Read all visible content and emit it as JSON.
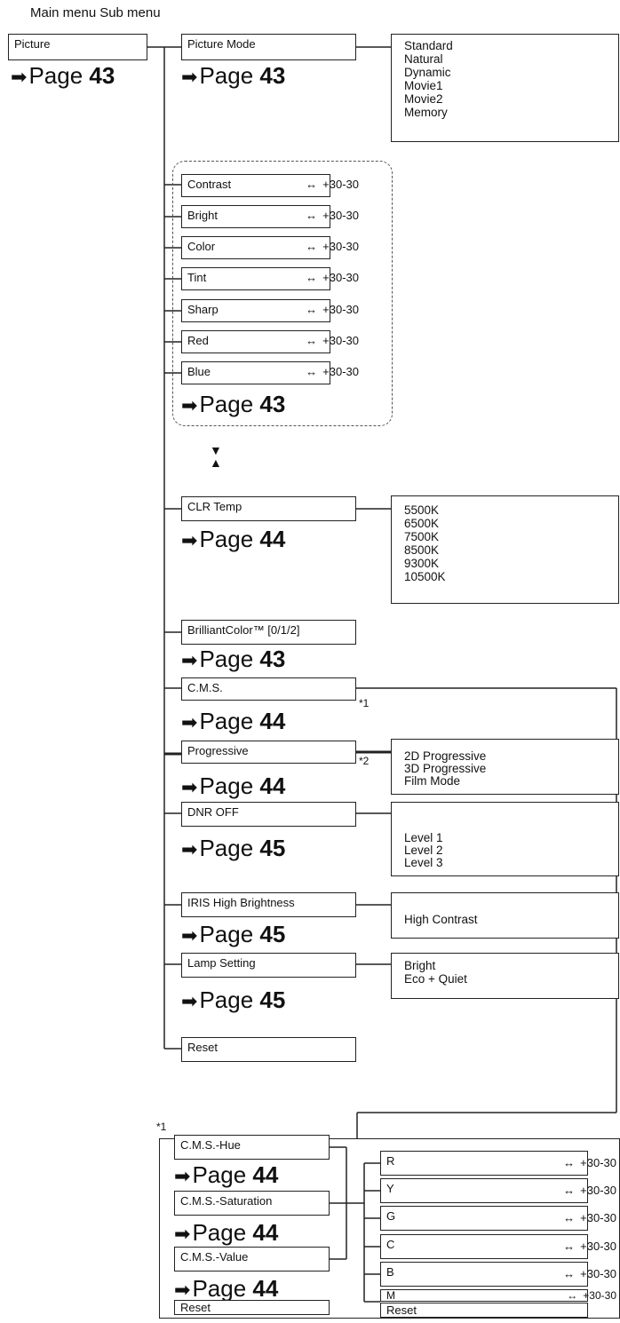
{
  "header": {
    "main": "Main menu",
    "sub": "Sub menu"
  },
  "main_menu": {
    "label": "Picture",
    "page": "43"
  },
  "page_prefix": "Page",
  "arrow": "➡",
  "range_symbol": "↔",
  "picture_mode": {
    "label": "Picture Mode",
    "page": "43",
    "options": [
      "Standard",
      "Natural",
      "Dynamic",
      "Movie1",
      "Movie2",
      "Memory"
    ]
  },
  "adjust_group": {
    "items": [
      {
        "label": "Contrast",
        "max": "+30",
        "min": "-30"
      },
      {
        "label": "Bright",
        "max": "+30",
        "min": "-30"
      },
      {
        "label": "Color",
        "max": "+30",
        "min": "-30"
      },
      {
        "label": "Tint",
        "max": "+30",
        "min": "-30"
      },
      {
        "label": "Sharp",
        "max": "+30",
        "min": "-30"
      },
      {
        "label": "Red",
        "max": "+30",
        "min": "-30"
      },
      {
        "label": "Blue",
        "max": "+30",
        "min": "-30"
      }
    ],
    "page": "43"
  },
  "clr_temp": {
    "label": "CLR Temp",
    "page": "44",
    "options": [
      "5500K",
      "6500K",
      "7500K",
      "8500K",
      "9300K",
      "10500K"
    ]
  },
  "brilliant": {
    "label": "BrilliantColor™ [0/1/2]",
    "page": "43"
  },
  "cms": {
    "label": "C.M.S.",
    "page": "44",
    "footnote": "*1"
  },
  "progressive": {
    "label": "Progressive",
    "page": "44",
    "footnote": "*2",
    "options": [
      "2D Progressive",
      "3D Progressive",
      "Film Mode"
    ]
  },
  "dnr": {
    "label": "DNR OFF",
    "page": "45",
    "options": [
      "Level 1",
      "Level 2",
      "Level 3"
    ]
  },
  "iris": {
    "label": "IRIS High Brightness",
    "page": "45",
    "options": [
      "High Contrast"
    ]
  },
  "lamp": {
    "label": "Lamp Setting",
    "page": "45",
    "options": [
      "Bright",
      "Eco + Quiet"
    ]
  },
  "reset": {
    "label": "Reset"
  },
  "cms_sub": {
    "footnote": "*1",
    "items": [
      {
        "label": "C.M.S.-Hue",
        "page": "44"
      },
      {
        "label": "C.M.S.-Saturation",
        "page": "44"
      },
      {
        "label": "C.M.S.-Value",
        "page": "44"
      }
    ],
    "reset": "Reset",
    "colors": [
      {
        "label": "R",
        "max": "+30",
        "min": "-30"
      },
      {
        "label": "Y",
        "max": "+30",
        "min": "-30"
      },
      {
        "label": "G",
        "max": "+30",
        "min": "-30"
      },
      {
        "label": "C",
        "max": "+30",
        "min": "-30"
      },
      {
        "label": "B",
        "max": "+30",
        "min": "-30"
      },
      {
        "label": "M",
        "max": "+30",
        "min": "-30"
      }
    ],
    "color_reset": "Reset"
  }
}
